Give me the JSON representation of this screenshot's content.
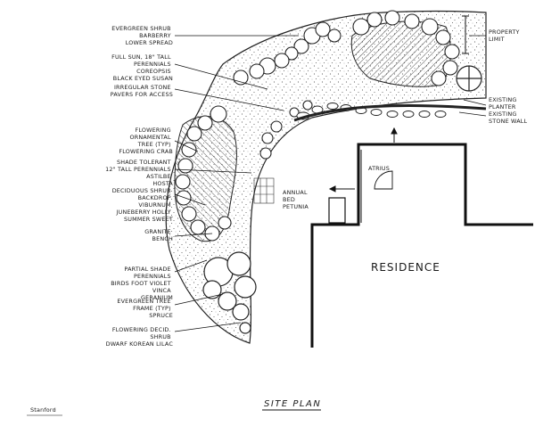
{
  "drawing": {
    "title": "SITE PLAN",
    "building_label": "RESIDENCE",
    "door_label": "ATRIUS",
    "annual_bed_label": [
      "ANNUAL",
      "BED",
      "PETUNIA"
    ],
    "signature": "Stanford"
  },
  "left_callouts": [
    {
      "lines": [
        "EVERGREEN SHRUB",
        "BARBERRY",
        "LOWER SPREAD"
      ]
    },
    {
      "lines": [
        "FULL SUN, 18\" TALL",
        "PERENNIALS",
        "COREOPSIS",
        "BLACK EYED SUSAN"
      ]
    },
    {
      "lines": [
        "IRREGULAR STONE",
        "PAVERS FOR ACCESS"
      ]
    },
    {
      "lines": [
        "FLOWERING",
        "ORNAMENTAL",
        "TREE (TYP)",
        "FLOWERING CRAB"
      ]
    },
    {
      "lines": [
        "SHADE TOLERANT",
        "12\" TALL PERENNIALS",
        "ASTILBE",
        "HOSTA"
      ]
    },
    {
      "lines": [
        "DECIDUOUS SHRUB",
        "BACKDROP",
        "VIBURNUM",
        "JUNEBERRY HOLLY",
        "SUMMER SWEET"
      ]
    },
    {
      "lines": [
        "GRANITE",
        "BENCH"
      ]
    },
    {
      "lines": [
        "PARTIAL SHADE",
        "PERENNIALS",
        "BIRDS FOOT VIOLET",
        "VINCA",
        "GERANIUM"
      ]
    },
    {
      "lines": [
        "EVERGREEN TREE",
        "FRAME (TYP)",
        "SPRUCE"
      ]
    },
    {
      "lines": [
        "FLOWERING DECID.",
        "SHRUB",
        "DWARF KOREAN LILAC"
      ]
    }
  ],
  "right_callouts": [
    {
      "lines": [
        "PROPERTY",
        "LIMIT"
      ]
    },
    {
      "lines": [
        "EXISTING",
        "PLANTER"
      ]
    },
    {
      "lines": [
        "EXISTING",
        "STONE WALL"
      ]
    }
  ]
}
